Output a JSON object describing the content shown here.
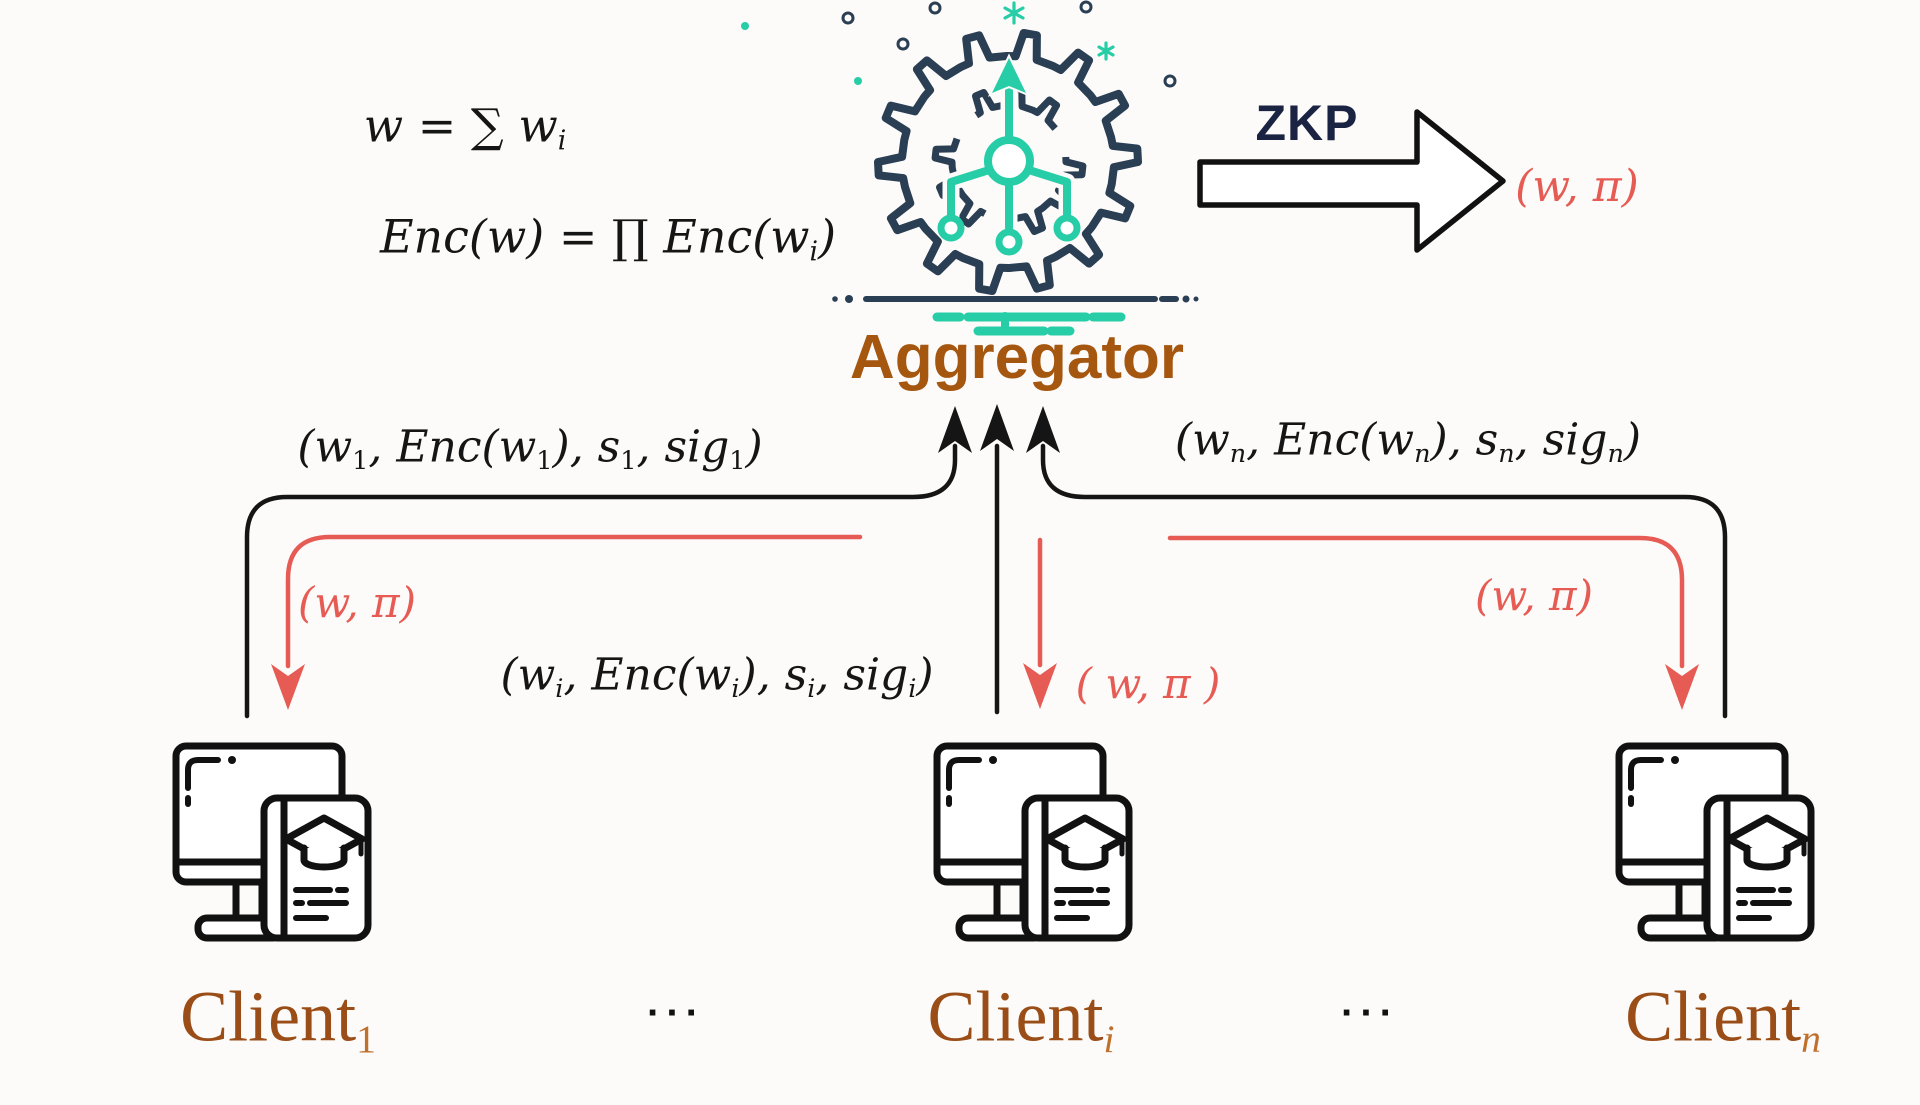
{
  "formulas": {
    "sum": {
      "parts": [
        {
          "t": "w = "
        },
        {
          "t": "∑",
          "s": "big"
        },
        {
          "t": " w"
        },
        {
          "t": "i",
          "s": "sub"
        }
      ]
    },
    "product": {
      "parts": [
        {
          "t": "Enc(w) = "
        },
        {
          "t": "∏",
          "s": "big"
        },
        {
          "t": " Enc(w"
        },
        {
          "t": "i",
          "s": "sub"
        },
        {
          "t": ")"
        }
      ]
    }
  },
  "aggregator": {
    "label": "Aggregator",
    "icon": "gear-network-icon"
  },
  "zkp": {
    "label": "ZKP",
    "output": {
      "parts": [
        {
          "t": "(w, π)"
        }
      ]
    }
  },
  "uplink_messages": {
    "from_client_1": {
      "parts": [
        {
          "t": "(w"
        },
        {
          "t": "1",
          "s": "subup"
        },
        {
          "t": ", Enc(w"
        },
        {
          "t": "1",
          "s": "subup"
        },
        {
          "t": "), s"
        },
        {
          "t": "1",
          "s": "subup"
        },
        {
          "t": ", sig"
        },
        {
          "t": "1",
          "s": "subup"
        },
        {
          "t": ")"
        }
      ]
    },
    "from_client_i": {
      "parts": [
        {
          "t": "(w"
        },
        {
          "t": "i",
          "s": "sub"
        },
        {
          "t": ", Enc(w"
        },
        {
          "t": "i",
          "s": "sub"
        },
        {
          "t": "), s"
        },
        {
          "t": "i",
          "s": "sub"
        },
        {
          "t": ", sig"
        },
        {
          "t": "i",
          "s": "sub"
        },
        {
          "t": ")"
        }
      ]
    },
    "from_client_n": {
      "parts": [
        {
          "t": "(w"
        },
        {
          "t": "n",
          "s": "sub"
        },
        {
          "t": ", Enc(w"
        },
        {
          "t": "n",
          "s": "sub"
        },
        {
          "t": "), s"
        },
        {
          "t": "n",
          "s": "sub"
        },
        {
          "t": ", sig"
        },
        {
          "t": "n",
          "s": "sub"
        },
        {
          "t": ")"
        }
      ]
    }
  },
  "downlink_messages": {
    "to_client_1": {
      "parts": [
        {
          "t": "(w, π)"
        }
      ]
    },
    "to_client_i": {
      "parts": [
        {
          "t": "( w, π )"
        }
      ]
    },
    "to_client_n": {
      "parts": [
        {
          "t": "(w, π)"
        }
      ]
    }
  },
  "clients": {
    "client_1": {
      "label_parts": [
        {
          "t": "Client"
        },
        {
          "t": "1",
          "s": "subup"
        }
      ],
      "icon": "client-computer-icon"
    },
    "client_i": {
      "label_parts": [
        {
          "t": "Client"
        },
        {
          "t": "i",
          "s": "sub"
        }
      ],
      "icon": "client-computer-icon"
    },
    "client_n": {
      "label_parts": [
        {
          "t": "Client"
        },
        {
          "t": "n",
          "s": "sub"
        }
      ],
      "icon": "client-computer-icon"
    },
    "ellipsis_left": "···",
    "ellipsis_right": "···"
  },
  "colors": {
    "black": "#151515",
    "navy": "#2a3e54",
    "teal": "#26cda6",
    "red": "#e65c54",
    "aggregator_brown": "#a5560f",
    "client_brown": "#9a4d17",
    "client_sub_orange": "#c0702d",
    "background": "#fcfbf9"
  }
}
